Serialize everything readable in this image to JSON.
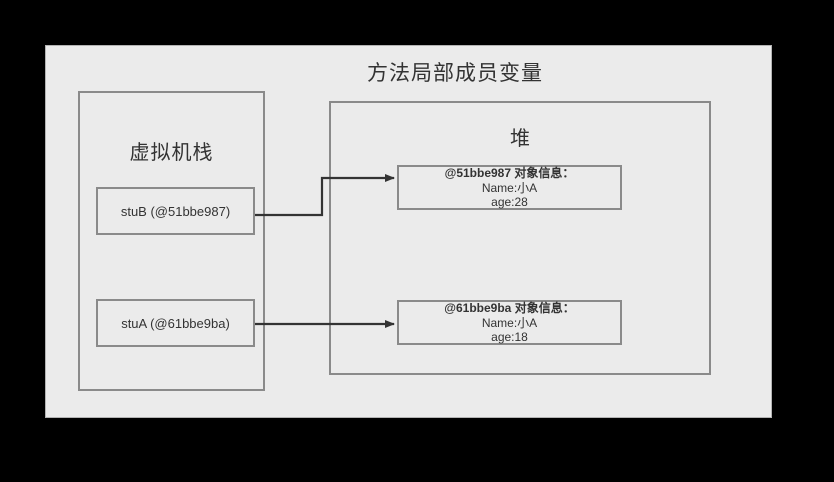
{
  "diagram": {
    "title": "方法局部成员变量",
    "background_color": "#ebebeb",
    "outside_color": "#000000",
    "border_color": "#8a8a8a",
    "text_color": "#333333",
    "arrow_color": "#333333"
  },
  "stack": {
    "title": "虚拟机栈",
    "frames": [
      {
        "label": "stuB (@51bbe987)"
      },
      {
        "label": "stuA (@61bbe9ba)"
      }
    ]
  },
  "heap": {
    "title": "堆",
    "objects": [
      {
        "header": "@51bbe987 对象信息：",
        "name_line": "Name:小A",
        "age_line": "age:28"
      },
      {
        "header": "@61bbe9ba 对象信息：",
        "name_line": "Name:小A",
        "age_line": "age:18"
      }
    ]
  },
  "references": [
    {
      "from": "stuB (@51bbe987)",
      "to": "@51bbe987 对象信息：",
      "shape": "elbow"
    },
    {
      "from": "stuA (@61bbe9ba)",
      "to": "@61bbe9ba 对象信息：",
      "shape": "straight"
    }
  ]
}
